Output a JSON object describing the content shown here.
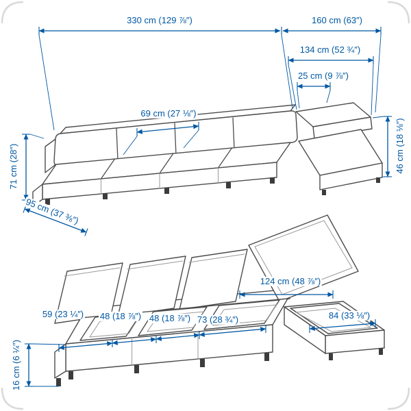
{
  "colors": {
    "dimension_blue": "#0058a3",
    "line_gray": "#4c4c4c",
    "background": "#ffffff"
  },
  "dims": {
    "total_width": "330 cm (129 ⅞″)",
    "chaise_section_width": "160 cm (63″)",
    "chaise_length": "134 cm (52 ¾″)",
    "armrest_width": "25 cm (9 ⅞″)",
    "seat_cushion_width": "69 cm (27 ⅛″)",
    "height": "71 cm (28″)",
    "depth": "95 cm (37 ⅜″)",
    "seat_height": "46 cm (18 ⅛″)",
    "open_lid_span": "124 cm (48 ⅞″)",
    "storage_segment_1": "59 (23 ¼″)",
    "storage_segment_2": "48 (18 ⅞″)",
    "storage_segment_3": "48 (18 ⅞″)",
    "storage_segment_4": "73 (28 ¾″)",
    "chaise_storage_width": "84 (33 ⅛″)",
    "base_height": "16 cm (6 ¼″)"
  }
}
